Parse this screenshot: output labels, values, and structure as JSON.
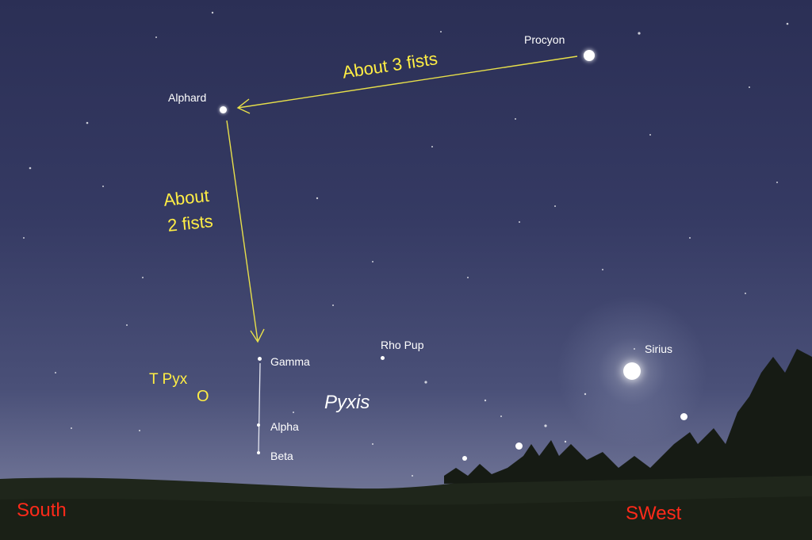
{
  "stars": {
    "procyon": "Procyon",
    "alphard": "Alphard",
    "gamma": "Gamma",
    "alpha": "Alpha",
    "beta": "Beta",
    "rho_pup": "Rho Pup",
    "sirius": "Sirius"
  },
  "constellation": "Pyxis",
  "variable_star": {
    "label": "T Pyx",
    "marker": "O"
  },
  "annotations": {
    "arrow1": "About 3 fists",
    "arrow2_line1": "About",
    "arrow2_line2": "2 fists"
  },
  "directions": {
    "left": "South",
    "right": "SWest"
  },
  "colors": {
    "annotation": "#ffee44",
    "direction": "#ff2a1a",
    "star_label": "#ffffff"
  }
}
